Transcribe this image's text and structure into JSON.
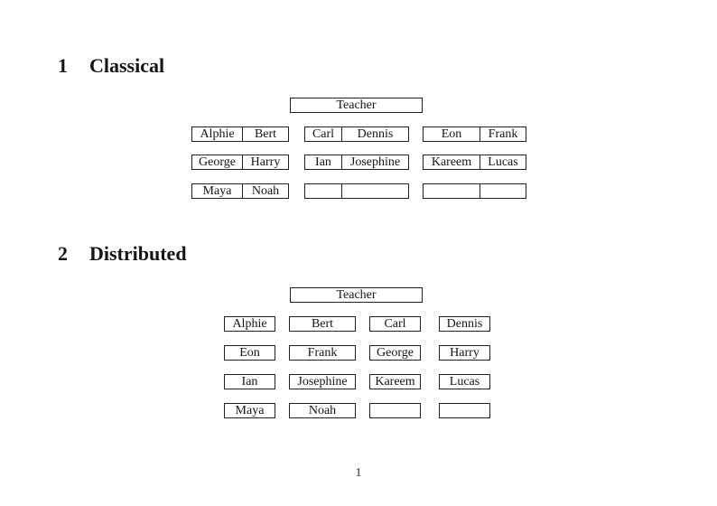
{
  "page": {
    "number_label": "1"
  },
  "colors": {
    "background": "#ffffff",
    "text": "#151515",
    "border": "#222222"
  },
  "classical": {
    "heading_number": "1",
    "heading_title": "Classical",
    "teacher_label": "Teacher",
    "desk_rows": [
      {
        "desks": [
          {
            "left": "Alphie",
            "right": "Bert"
          },
          {
            "left": "Carl",
            "right": "Dennis"
          },
          {
            "left": "Eon",
            "right": "Frank"
          }
        ]
      },
      {
        "desks": [
          {
            "left": "George",
            "right": "Harry"
          },
          {
            "left": "Ian",
            "right": "Josephine"
          },
          {
            "left": "Kareem",
            "right": "Lucas"
          }
        ]
      },
      {
        "desks": [
          {
            "left": "Maya",
            "right": "Noah"
          },
          {
            "left": "",
            "right": ""
          },
          {
            "left": "",
            "right": ""
          }
        ]
      }
    ]
  },
  "distributed": {
    "heading_number": "2",
    "heading_title": "Distributed",
    "teacher_label": "Teacher",
    "seat_rows": [
      [
        "Alphie",
        "Bert",
        "Carl",
        "Dennis"
      ],
      [
        "Eon",
        "Frank",
        "George",
        "Harry"
      ],
      [
        "Ian",
        "Josephine",
        "Kareem",
        "Lucas"
      ],
      [
        "Maya",
        "Noah",
        "",
        ""
      ]
    ]
  }
}
